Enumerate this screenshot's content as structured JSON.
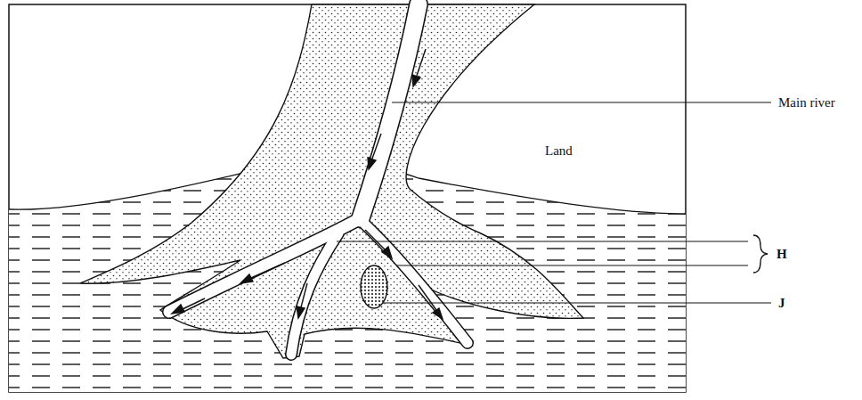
{
  "diagram": {
    "labels": [
      "Main river",
      "Land",
      "H",
      "J"
    ]
  }
}
